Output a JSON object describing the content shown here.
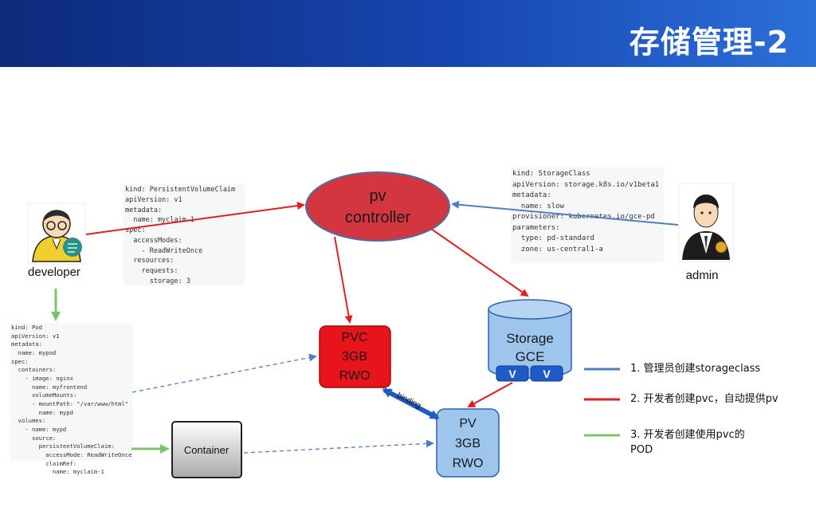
{
  "header": {
    "title": "存储管理-2"
  },
  "actors": {
    "developer": {
      "label": "developer",
      "icon": "developer-icon"
    },
    "admin": {
      "label": "admin",
      "icon": "admin-icon"
    }
  },
  "nodes": {
    "pv_controller": {
      "line1": "pv",
      "line2": "controller"
    },
    "pvc": {
      "line1": "PVC",
      "line2": "3GB",
      "line3": "RWO"
    },
    "storage": {
      "line1": "Storage",
      "line2": "GCE",
      "volume_label": "V"
    },
    "pv": {
      "line1": "PV",
      "line2": "3GB",
      "line3": "RWO"
    },
    "container": {
      "label": "Container"
    }
  },
  "binding_label": "binding",
  "code": {
    "pvc_yaml": "kind: PersistentVolumeClaim\napiVersion: v1\nmetadata:\n  name: myclaim-1\nspec:\n  accessModes:\n    - ReadWriteOnce\n  resources:\n    requests:\n      storage: 3",
    "storageclass_yaml": "kind: StorageClass\napiVersion: storage.k8s.io/v1beta1\nmetadata:\n  name: slow\nprovisioner: kubernetes.io/gce-pd\nparameters:\n  type: pd-standard\n  zone: us-central1-a",
    "pod_yaml": "kind: Pod\napiVersion: v1\nmetadata:\n  name: mypod\nspec:\n  containers:\n    - image: nginx\n      name: myfrontend\n      volumeMounts:\n      - mountPath: \"/var/www/html\"\n        name: mypd\n  volumes:\n    - name: mypd\n      source:\n        persistentVolumeClaim:\n          accessMode: ReadWriteOnce\n          claimRef:\n            name: myclaim-1"
  },
  "legend": [
    {
      "text": "1. 管理员创建storageclass",
      "color": "#4f7fbf"
    },
    {
      "text": "2. 开发者创建pvc，自动提供pv",
      "color": "#e02020"
    },
    {
      "text": "3. 开发者创建使用pvc的\nPOD",
      "color": "#7cc46a"
    }
  ],
  "colors": {
    "blue": "#4f7fbf",
    "red": "#e02020",
    "green": "#7cc46a",
    "pvc_fill": "#e8141b",
    "controller_fill": "#d3363f",
    "light_blue": "#9ec5ec",
    "dark_blue": "#1e5bc6"
  }
}
